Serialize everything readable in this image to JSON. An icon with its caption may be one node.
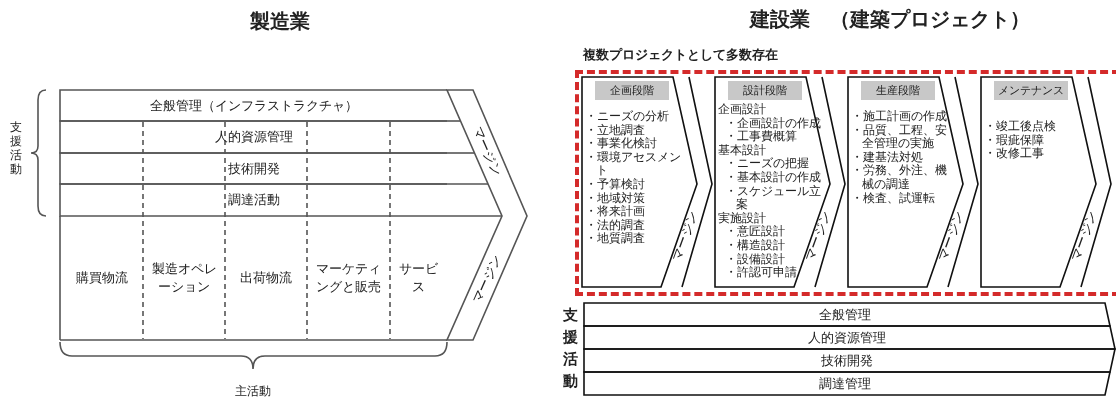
{
  "diagram": {
    "nodes": [
      {
        "text": [
          "全般管理（インフラストラクチャ）"
        ]
      },
      {
        "text": [
          "人的資源管理"
        ]
      },
      {
        "text": [
          "技術開発"
        ]
      },
      {
        "text": [
          "調達活動"
        ]
      },
      {
        "text": [
          "購買物流"
        ]
      },
      {
        "text": [
          "製造オペレーション"
        ]
      },
      {
        "text": [
          "出荷物流"
        ]
      },
      {
        "text": [
          "マーケティングと販売"
        ]
      },
      {
        "text": [
          "サービス"
        ]
      },
      {
        "text": [
          "マージン",
          "マージン"
        ]
      },
      {
        "text": [
          "複数プロジェクトとして多数存在"
        ]
      },
      {
        "text": [
          "企画段階",
          "・ニーズの分析",
          "・立地調査",
          "・事業化検討",
          "・環境アセスメント",
          "・予算検討",
          "・地域対策",
          "・将来計画",
          "・法的調査",
          "・地質調査",
          "マージン"
        ],
        "in": 10
      },
      {
        "text": [
          "設計段階",
          "企画設計",
          "・企画設計の作成",
          "・工事費概算",
          "基本設計",
          "・ニーズの把握",
          "・基本設計の作成",
          "・スケジュール立案",
          "実施設計",
          "・意匠設計",
          "・構造設計",
          "・設備設計",
          "・許認可申請",
          "マージン"
        ],
        "in": 10
      },
      {
        "text": [
          "生産段階",
          "・施工計画の作成",
          "・品質、工程、安全管理の実施",
          "・建基法対処",
          "・労務、外注、機械の調達",
          "・検査、試運転",
          "マージン"
        ],
        "in": 10
      },
      {
        "text": [
          "メンテナンス",
          "・竣工後点検",
          "・瑕疵保障",
          "・改修工事",
          "マージン"
        ],
        "in": 10
      },
      {
        "text": [
          "全般管理"
        ]
      },
      {
        "text": [
          "人的資源管理"
        ]
      },
      {
        "text": [
          "技術開発"
        ]
      },
      {
        "text": [
          "調達管理"
        ]
      }
    ],
    "labels": [
      "製造業",
      "建設業　（建築プロジェクト）",
      "支援活動",
      "主活動",
      "支援活動"
    ]
  }
}
